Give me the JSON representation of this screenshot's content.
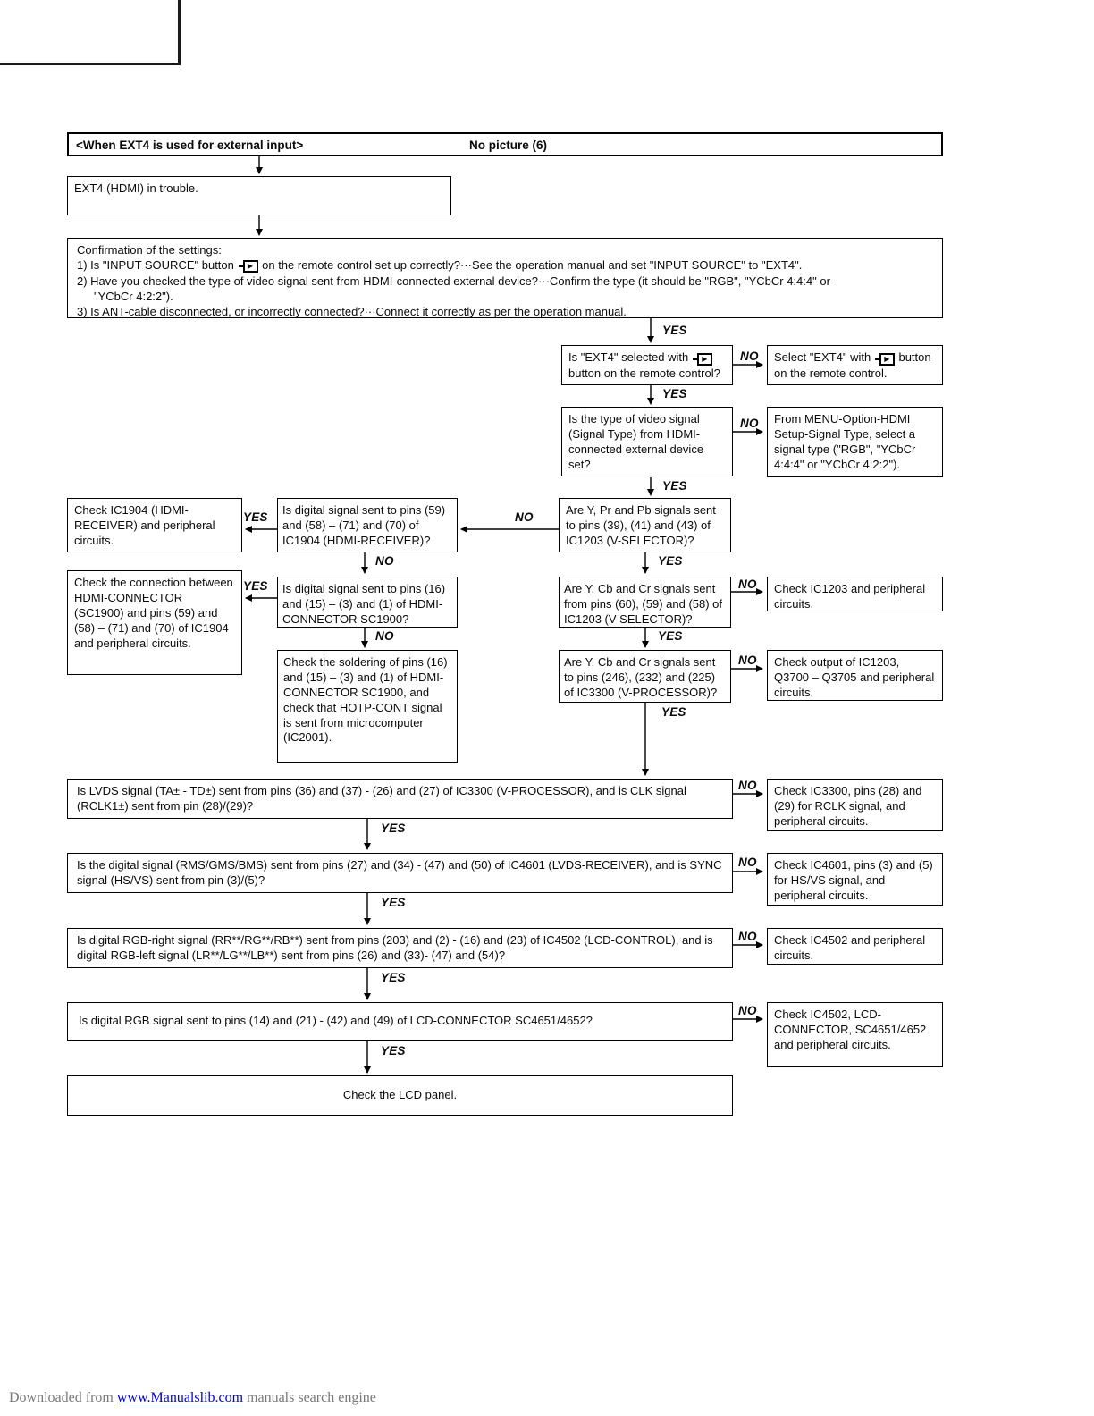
{
  "header": {
    "left": "<When EXT4 is used for external input>",
    "right": "No picture (6)"
  },
  "labels": {
    "yes": "YES",
    "no": "NO"
  },
  "icons": {
    "input_source_button": "▶"
  },
  "nodes": {
    "trouble": "EXT4 (HDMI) in trouble.",
    "confirm_title": "Confirmation of the settings:",
    "confirm_1a": "1) Is \"INPUT SOURCE\" button",
    "confirm_1b": "on the remote control set up correctly?···See the operation manual and set \"INPUT SOURCE\" to \"EXT4\".",
    "confirm_2a": "2) Have you checked the type of video signal sent from HDMI-connected external device?···Confirm the type (it should be \"RGB\", \"YCbCr 4:4:4\" or",
    "confirm_2b": "\"YCbCr 4:2:2\").",
    "confirm_3": "3) Is ANT-cable disconnected, or incorrectly connected?···Connect it correctly as per the operation manual.",
    "d1a": "Is \"EXT4\" selected with",
    "d1b": "button on the remote control?",
    "a1a": "Select \"EXT4\" with",
    "a1b": "button on the remote control.",
    "d2": "Is the type of video signal (Signal Type) from HDMI-connected external device set?",
    "a2": "From MENU-Option-HDMI Setup-Signal Type, select a signal type (\"RGB\", \"YCbCr 4:4:4\" or \"YCbCr 4:2:2\").",
    "d3": "Are Y, Pr and Pb signals sent to pins (39), (41) and (43) of IC1203 (V-SELECTOR)?",
    "d4": "Is digital signal sent to pins (59) and (58) – (71) and (70) of IC1904 (HDMI-RECEIVER)?",
    "a3": "Check IC1904 (HDMI-RECEIVER) and peripheral circuits.",
    "d5": "Is digital signal sent to pins (16) and (15) – (3) and (1) of HDMI-CONNECTOR SC1900?",
    "a4": "Check the connection between HDMI-CONNECTOR (SC1900) and pins (59) and (58) – (71) and (70) of IC1904 and peripheral circuits.",
    "a5": "Check the soldering of pins (16) and (15) – (3) and (1) of HDMI-CONNECTOR SC1900, and check that HOTP-CONT signal is sent from microcomputer (IC2001).",
    "d6": "Are Y, Cb and Cr signals sent from pins (60), (59) and (58) of IC1203 (V-SELECTOR)?",
    "a6": "Check IC1203 and peripheral circuits.",
    "d7": "Are Y, Cb and Cr signals sent to pins (246), (232) and (225) of IC3300 (V-PROCESSOR)?",
    "a7": "Check output of IC1203, Q3700 – Q3705 and peripheral circuits.",
    "d8": "Is LVDS signal (TA± - TD±) sent from pins (36) and (37) - (26) and (27) of IC3300 (V-PROCESSOR), and is CLK signal (RCLK1±) sent from pin (28)/(29)?",
    "a8": "Check IC3300, pins (28) and (29) for RCLK signal, and peripheral circuits.",
    "d9": "Is the digital signal (RMS/GMS/BMS) sent from pins (27) and (34) - (47) and (50) of IC4601 (LVDS-RECEIVER), and is SYNC signal (HS/VS) sent from pin (3)/(5)?",
    "a9": "Check IC4601, pins (3) and (5) for HS/VS signal, and peripheral circuits.",
    "d10": "Is digital RGB-right signal (RR**/RG**/RB**) sent from pins (203) and (2) - (16) and (23) of IC4502 (LCD-CONTROL), and is digital RGB-left signal (LR**/LG**/LB**) sent from pins (26) and (33)- (47) and (54)?",
    "a10": "Check IC4502 and peripheral circuits.",
    "d11": "Is digital RGB signal sent to pins (14) and (21) - (42) and (49) of LCD-CONNECTOR SC4651/4652?",
    "a11": "Check IC4502, LCD-CONNECTOR, SC4651/4652 and peripheral circuits.",
    "terminal": "Check the LCD panel."
  },
  "footer": {
    "pre": "Downloaded from ",
    "link": "www.Manualslib.com",
    "post": " manuals search engine"
  }
}
